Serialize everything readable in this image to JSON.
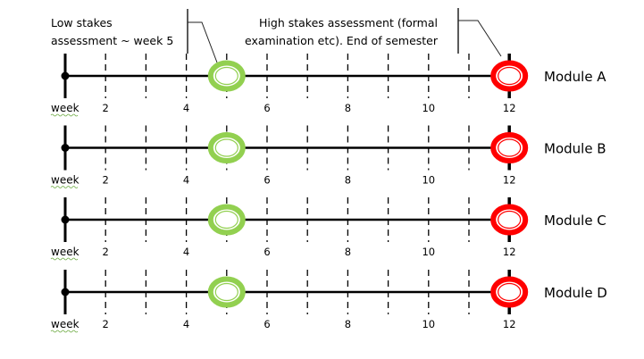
{
  "annotations": {
    "low_stakes_line1": "Low stakes",
    "low_stakes_line2": "assessment ~ week 5",
    "high_stakes_line1": "High stakes assessment (formal",
    "high_stakes_line2": "examination etc). End of semester"
  },
  "axis": {
    "start_label": "week",
    "week_labels": [
      "2",
      "4",
      "6",
      "8",
      "10",
      "12"
    ],
    "total_weeks": 12,
    "low_stakes_week": 5,
    "high_stakes_week": 12
  },
  "modules": [
    "Module A",
    "Module B",
    "Module C",
    "Module D"
  ],
  "colors": {
    "low_stakes": "#92D050",
    "high_stakes": "#FF0000",
    "line": "#000000"
  }
}
